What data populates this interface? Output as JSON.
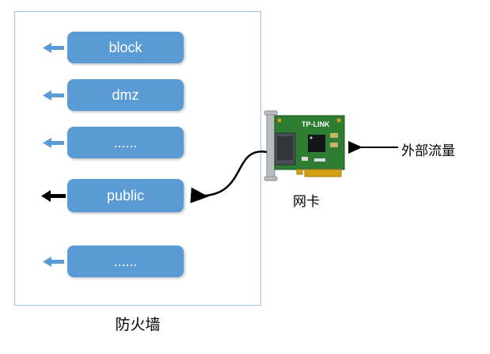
{
  "diagram": {
    "firewall": {
      "label": "防火墙"
    },
    "nic": {
      "label": "网卡",
      "brand": "TP-LINK"
    },
    "external_traffic": {
      "label": "外部流量"
    },
    "zones": [
      {
        "label": "block",
        "arrow_color": "#5B9BD5"
      },
      {
        "label": "dmz",
        "arrow_color": "#5B9BD5"
      },
      {
        "label": "......",
        "arrow_color": "#5B9BD5"
      },
      {
        "label": "public",
        "arrow_color": "#000000"
      },
      {
        "label": "......",
        "arrow_color": "#5B9BD5"
      }
    ],
    "colors": {
      "zone_fill": "#5B9BD5",
      "arrow_blue": "#5B9BD5",
      "arrow_black": "#000000",
      "firewall_border": "#9DC3E6",
      "pcb_green": "#2f7d32",
      "connector_gold": "#d4a017"
    }
  }
}
